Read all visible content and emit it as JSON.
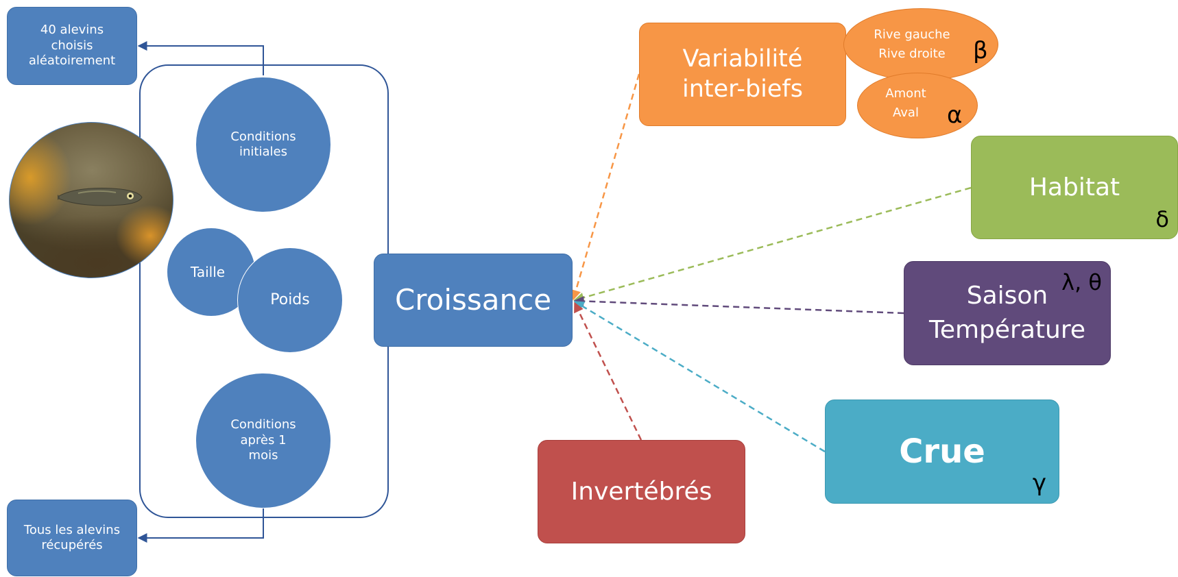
{
  "sampling": {
    "start_box": [
      "40 alevins",
      "choisis",
      "aléatoirement"
    ],
    "end_box": [
      "Tous les alevins",
      "récupérés"
    ]
  },
  "measurements": {
    "initial": [
      "Conditions",
      "initiales"
    ],
    "size": "Taille",
    "weight": "Poids",
    "after": [
      "Conditions",
      "après 1",
      "mois"
    ]
  },
  "center": {
    "label": "Croissance"
  },
  "factors": {
    "variability": {
      "label": [
        "Variabilité",
        "inter-biefs"
      ],
      "bank": [
        "Rive gauche",
        "Rive droite"
      ],
      "bank_symbol": "β",
      "stream": [
        "Amont",
        "Aval"
      ],
      "stream_symbol": "α",
      "color": "#f79646"
    },
    "habitat": {
      "label": "Habitat",
      "symbol": "δ",
      "color": "#9bbb59"
    },
    "season": {
      "label": [
        "Saison",
        "Température"
      ],
      "symbol": "λ, θ",
      "color": "#604a7b"
    },
    "flood": {
      "label": "Crue",
      "symbol": "γ",
      "color": "#4bacc6"
    },
    "invertebrates": {
      "label": "Invertébrés",
      "color": "#c0504d"
    }
  },
  "colors": {
    "primary_blue": "#4f81bd",
    "frame_blue": "#2f5597"
  },
  "icons": {
    "photo": "fish-fry-photo"
  }
}
